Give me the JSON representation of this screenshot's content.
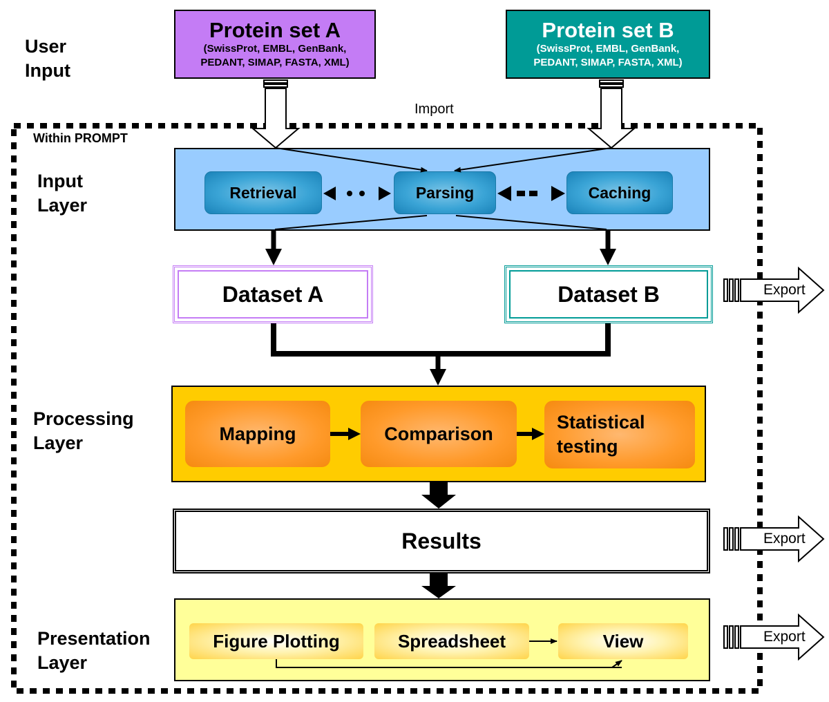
{
  "layers": {
    "user_input": [
      "User",
      "Input"
    ],
    "input_layer": [
      "Input",
      "Layer"
    ],
    "processing_layer": [
      "Processing",
      "Layer"
    ],
    "presentation_layer": [
      "Presentation",
      "Layer"
    ]
  },
  "protein_set_a": {
    "title": "Protein set A",
    "formats_line1": "(SwissProt, EMBL, GenBank,",
    "formats_line2": "PEDANT, SIMAP, FASTA, XML)",
    "color": "#c47cf5"
  },
  "protein_set_b": {
    "title": "Protein set B",
    "formats_line1": "(SwissProt, EMBL, GenBank,",
    "formats_line2": "PEDANT, SIMAP, FASTA, XML)",
    "color": "#009b96"
  },
  "import_label": "Import",
  "within_label": "Within PROMPT",
  "input_modules": {
    "retrieval": "Retrieval",
    "parsing": "Parsing",
    "caching": "Caching"
  },
  "datasets": {
    "a": "Dataset A",
    "b": "Dataset B"
  },
  "processing_modules": {
    "mapping": "Mapping",
    "comparison": "Comparison",
    "statistical": [
      "Statistical",
      "testing"
    ]
  },
  "results_label": "Results",
  "presentation_modules": {
    "figure_plotting": "Figure Plotting",
    "spreadsheet": "Spreadsheet",
    "view": "View"
  },
  "export_label": "Export",
  "colors": {
    "input_layer": "#99ccff",
    "processing_layer": "#ffcc00",
    "presentation_layer": "#ffff99"
  }
}
